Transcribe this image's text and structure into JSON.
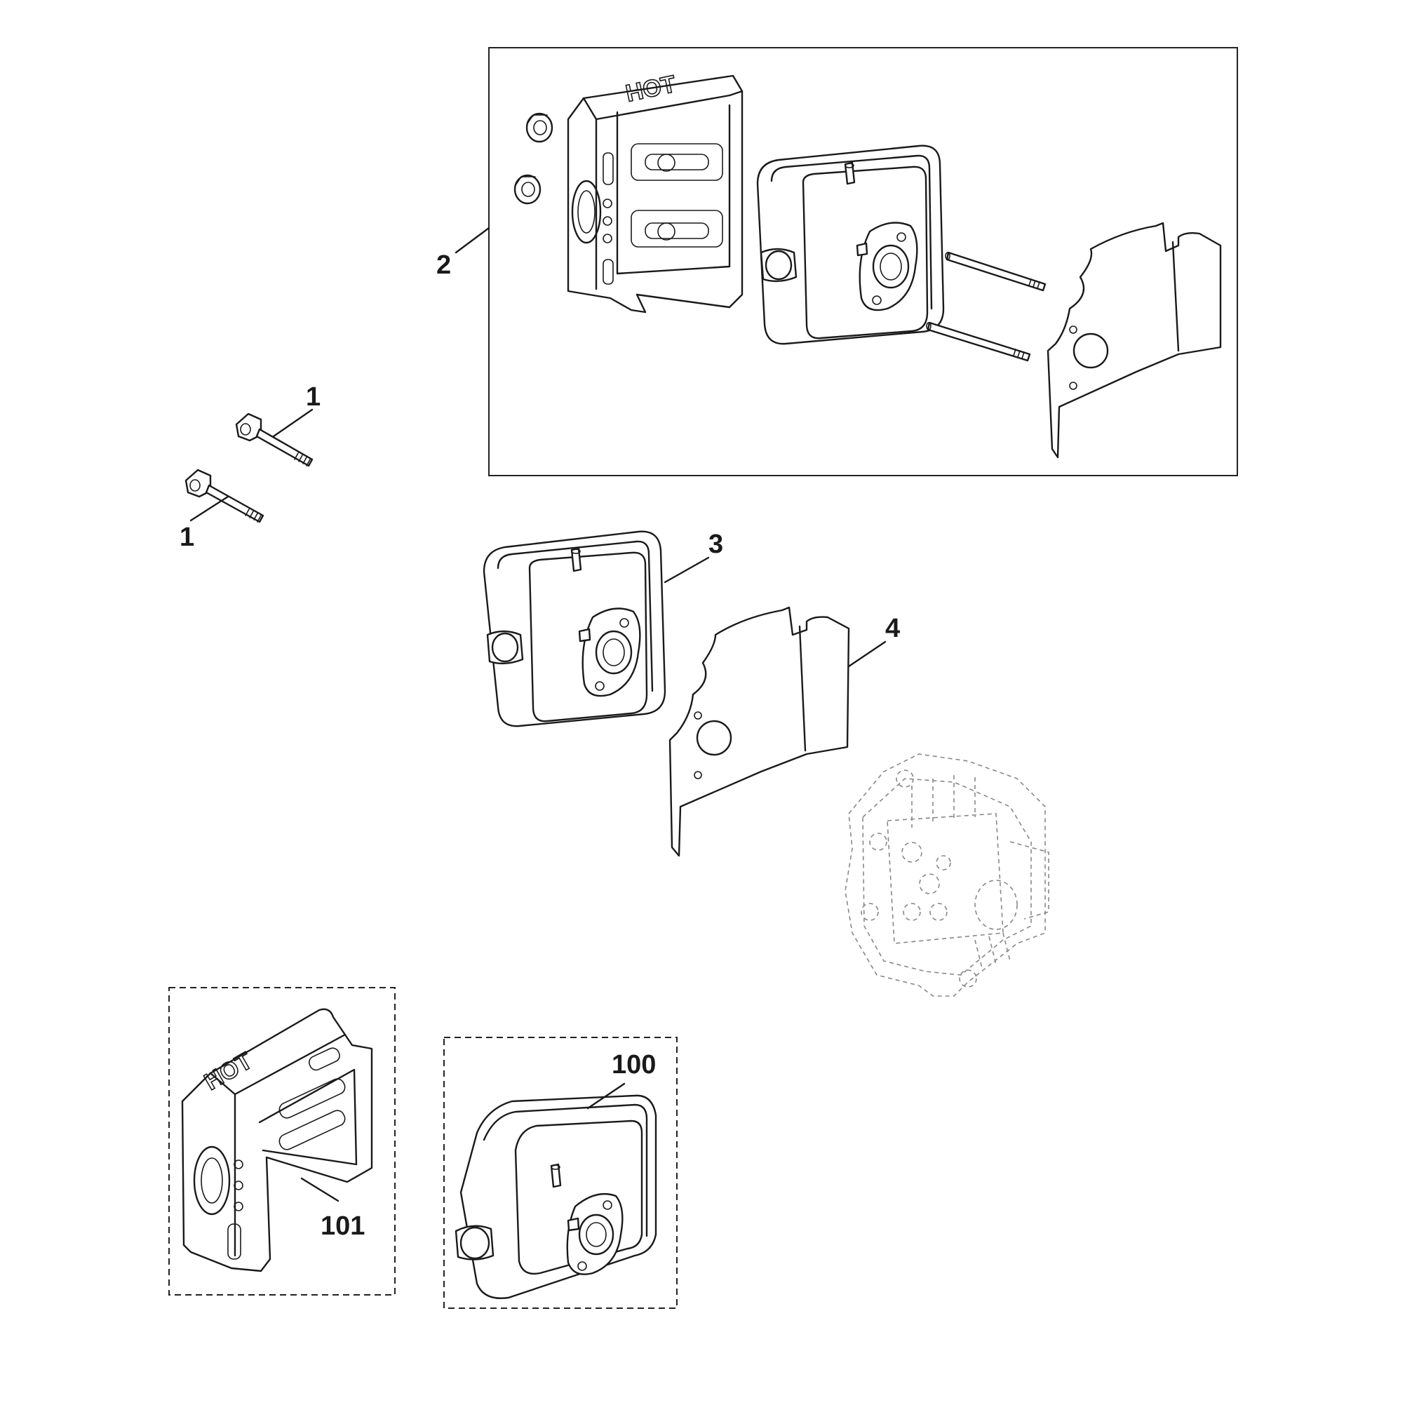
{
  "callouts": [
    {
      "id": "callout-1-upper",
      "label": "1"
    },
    {
      "id": "callout-1-lower",
      "label": "1"
    },
    {
      "id": "callout-2",
      "label": "2"
    },
    {
      "id": "callout-3",
      "label": "3"
    },
    {
      "id": "callout-4",
      "label": "4"
    },
    {
      "id": "callout-100",
      "label": "100"
    },
    {
      "id": "callout-101",
      "label": "101"
    }
  ],
  "stamped_text": {
    "heat_shield": "HOT"
  }
}
